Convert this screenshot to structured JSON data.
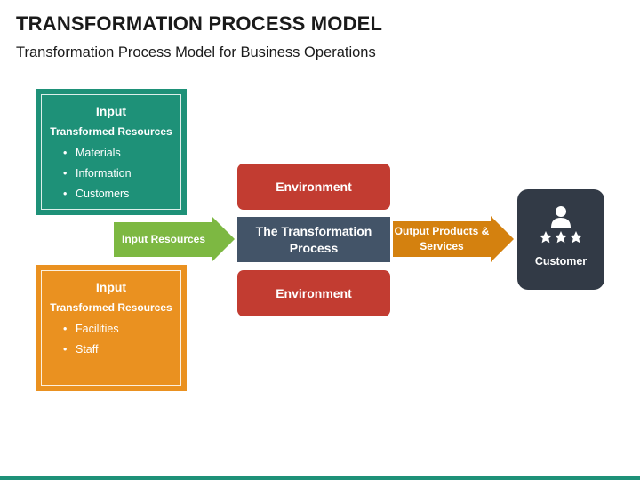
{
  "header": {
    "title": "TRANSFORMATION PROCESS MODEL",
    "subtitle": "Transformation Process Model for Business Operations"
  },
  "input_top": {
    "title": "Input",
    "subtitle": "Transformed Resources",
    "items": [
      "Materials",
      "Information",
      "Customers"
    ],
    "color": "#1e9178"
  },
  "input_bottom": {
    "title": "Input",
    "subtitle": "Transformed Resources",
    "items": [
      "Facilities",
      "Staff"
    ],
    "color": "#ea9120"
  },
  "input_arrow": {
    "label": "Input Resources",
    "color": "#7db842"
  },
  "environment_top": {
    "label": "Environment",
    "color": "#c23c31"
  },
  "process": {
    "label": "The Transformation Process",
    "color": "#435468"
  },
  "environment_bottom": {
    "label": "Environment",
    "color": "#c23c31"
  },
  "output_arrow": {
    "label": "Output Products & Services",
    "color": "#d4810f"
  },
  "customer": {
    "label": "Customer",
    "icon": "customer-rating-icon",
    "color": "#323a46"
  }
}
